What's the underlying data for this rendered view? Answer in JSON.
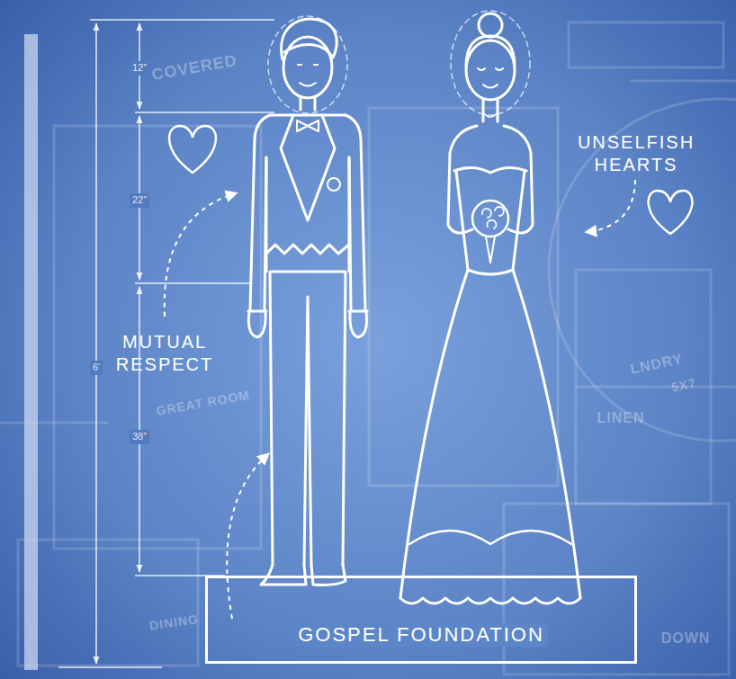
{
  "diagram": {
    "nodes": [
      {
        "text": [
          "GOSPEL FOUNDATION"
        ]
      }
    ],
    "labels": [
      "UNSELFISH HEARTS",
      "MUTUAL RESPECT",
      "12\"",
      "22\"",
      "6'",
      "38\"",
      "COVERED",
      "GREAT ROOM",
      "LINEN",
      "LNDRY",
      "5X7",
      "DINING",
      "DOWN"
    ]
  }
}
